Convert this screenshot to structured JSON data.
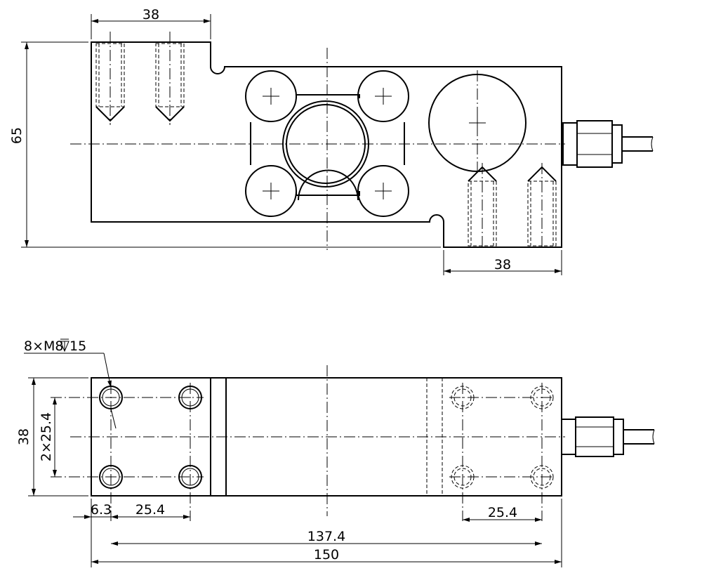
{
  "drawing": {
    "top_view": {
      "dim_top_width": "38",
      "dim_height": "65",
      "dim_bottom_width": "38"
    },
    "bottom_view": {
      "thread_callout_pre": "8×M8",
      "thread_callout_post": "15",
      "dim_height": "38",
      "dim_hole_pitch": "2×25.4",
      "dim_edge_offset": "6.3",
      "dim_left_pitch": "25.4",
      "dim_right_pitch": "25.4",
      "dim_hole_span": "137.4",
      "dim_total_length": "150"
    }
  }
}
